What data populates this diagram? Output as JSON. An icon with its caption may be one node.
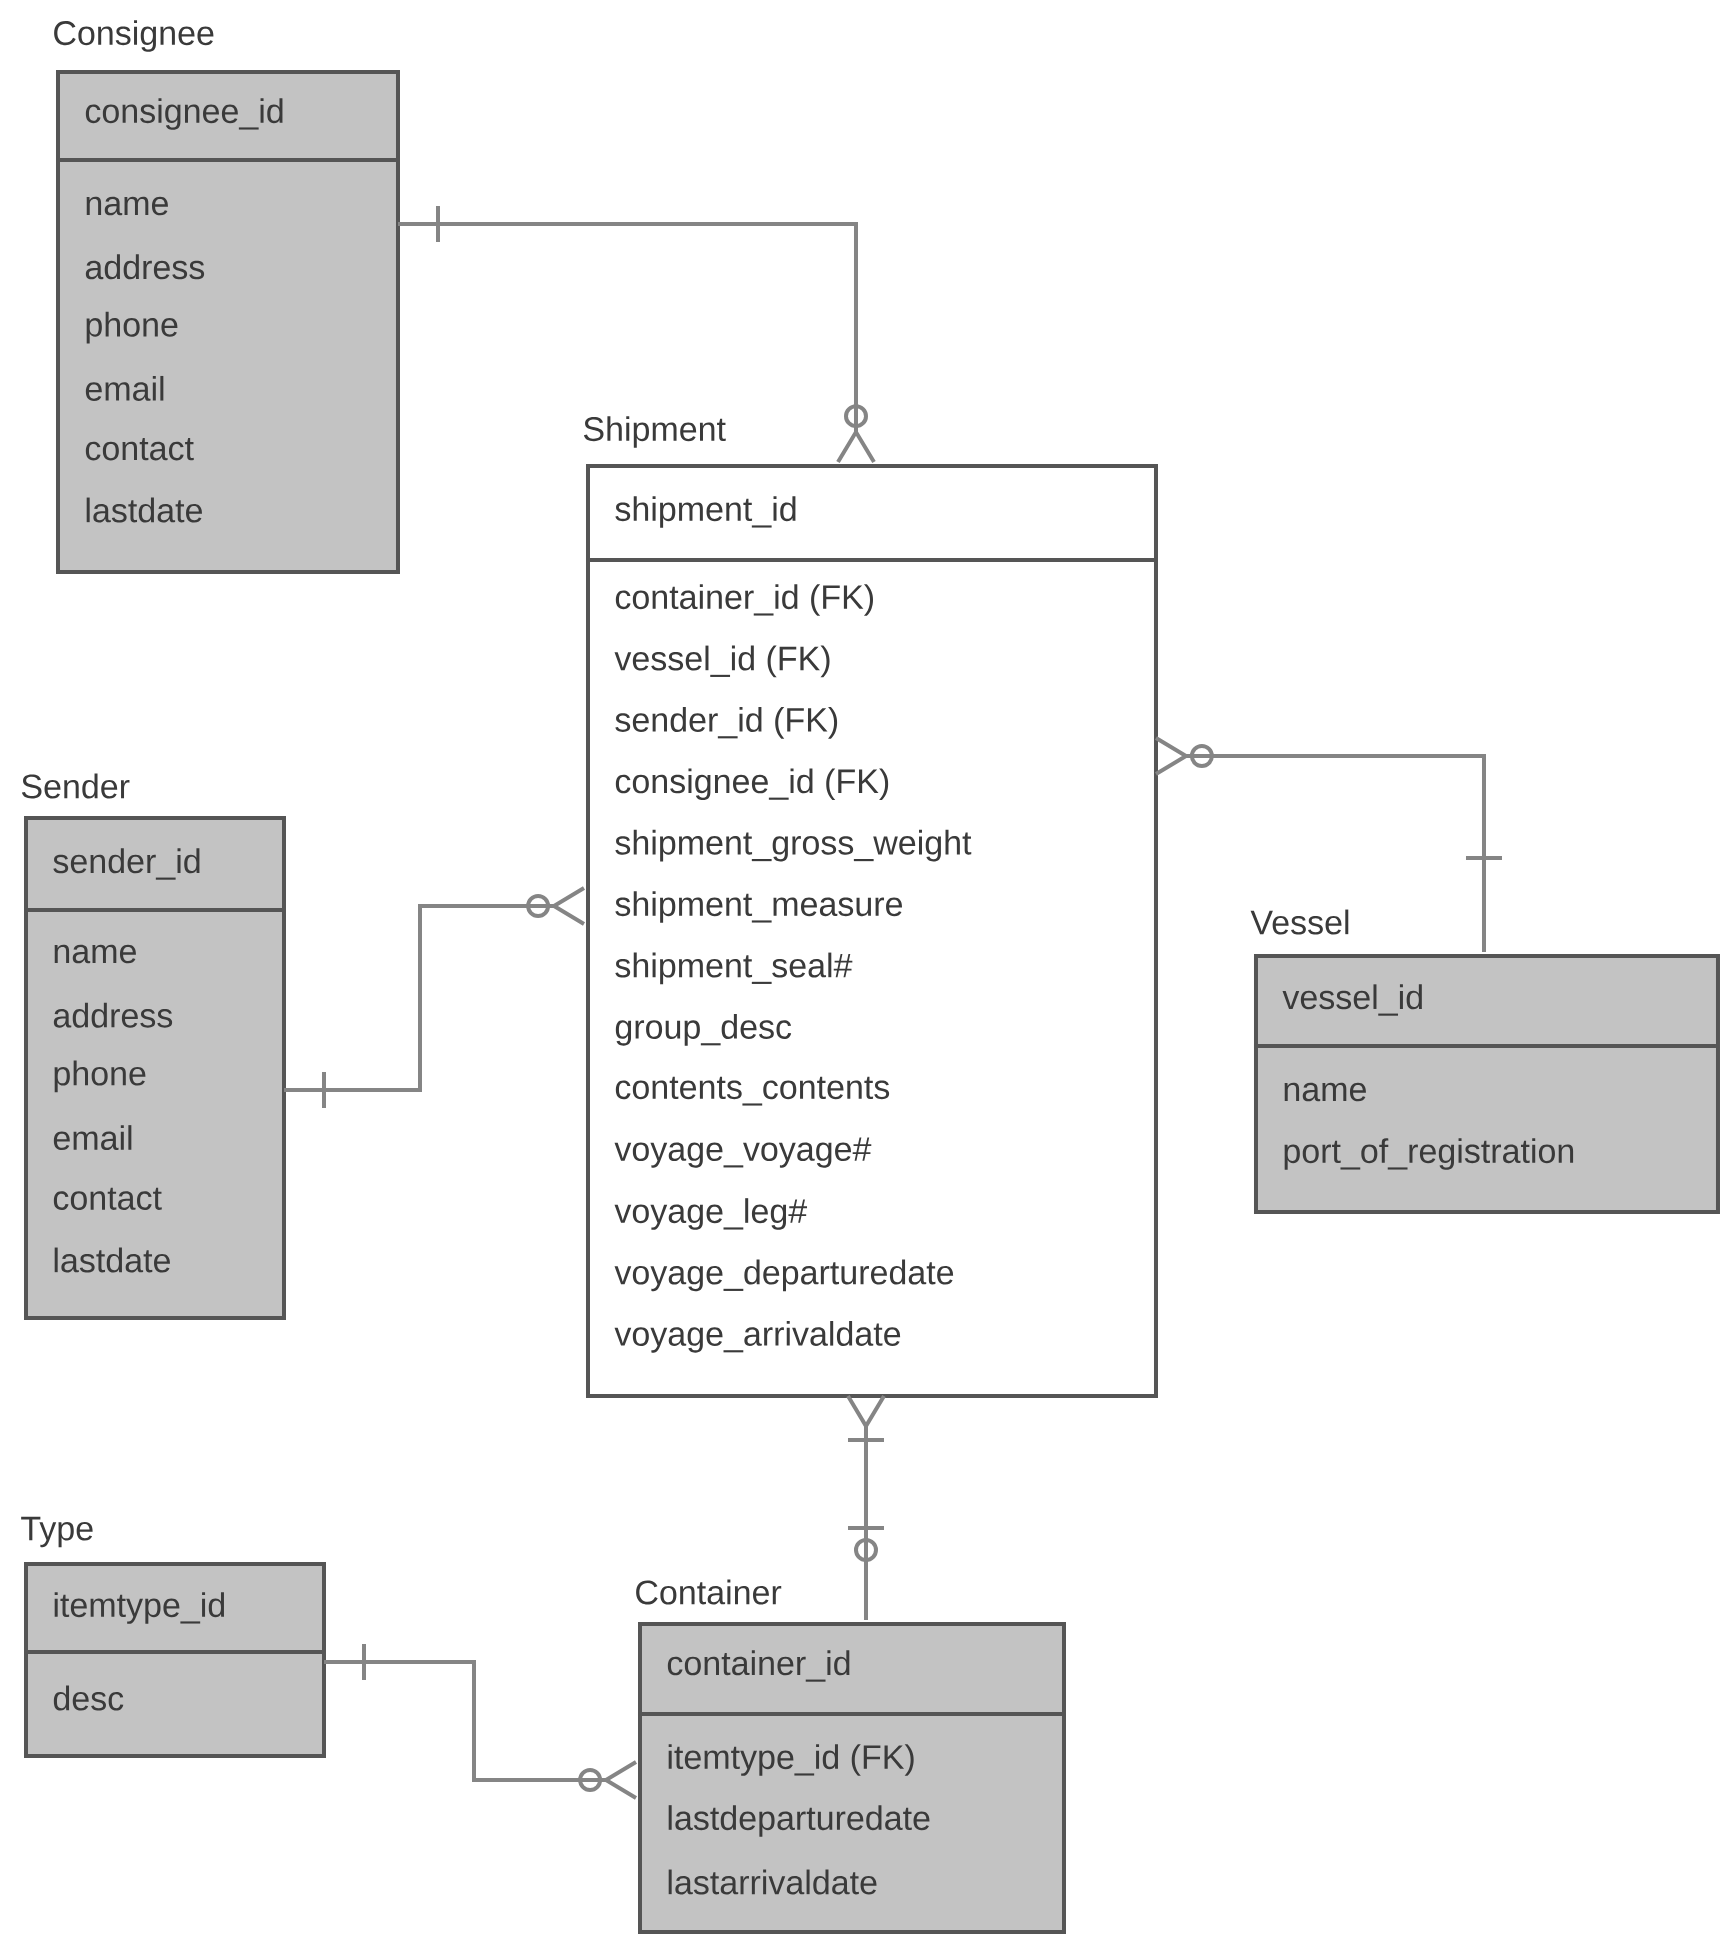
{
  "diagram": {
    "nodes": [
      {
        "text": [
          "Consignee",
          "consignee_id",
          "name",
          "address",
          "phone",
          "email",
          "contact",
          "lastdate"
        ]
      },
      {
        "text": [
          "Shipment",
          "shipment_id",
          "container_id (FK)",
          "vessel_id (FK)",
          "sender_id (FK)",
          "consignee_id (FK)",
          "shipment_gross_weight",
          "shipment_measure",
          "shipment_seal#",
          "group_desc",
          "contents_contents",
          "voyage_voyage#",
          "voyage_leg#",
          "voyage_departuredate",
          "voyage_arrivaldate"
        ]
      },
      {
        "text": [
          "Sender",
          "sender_id",
          "name",
          "address",
          "phone",
          "email",
          "contact",
          "lastdate"
        ]
      },
      {
        "text": [
          "Vessel",
          "vessel_id",
          "name",
          "port_of_registration"
        ]
      },
      {
        "text": [
          "Type",
          "itemtype_id",
          "desc"
        ]
      },
      {
        "text": [
          "Container",
          "container_id",
          "itemtype_id (FK)",
          "lastdeparturedate",
          "lastarrivaldate"
        ]
      }
    ],
    "edges": [
      {
        "from": 0,
        "to": 1,
        "arrow": "other"
      },
      {
        "from": 2,
        "to": 1,
        "arrow": "other"
      },
      {
        "from": 3,
        "to": 1,
        "arrow": "other"
      },
      {
        "from": 1,
        "to": 5,
        "arrow": "other"
      },
      {
        "from": 4,
        "to": 5,
        "arrow": "other"
      }
    ]
  }
}
